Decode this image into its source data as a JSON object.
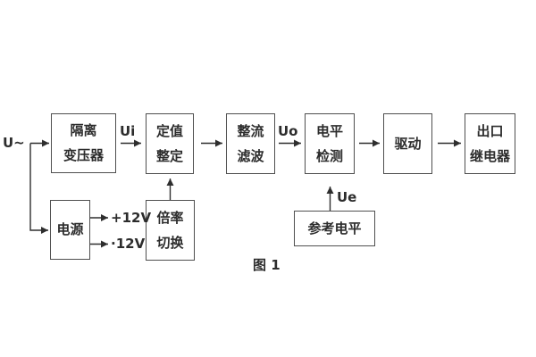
{
  "figure": {
    "caption": "图 1",
    "colors": {
      "background": "#ffffff",
      "wire": "#2e2e2e",
      "box_border": "#4f4f4f",
      "text": "#2c2c2c"
    }
  },
  "labels": {
    "input": "U~",
    "after_transformer": "Ui",
    "after_filter": "Uo",
    "reference": "Ue",
    "supply_positive": "+12V",
    "supply_negative": "·12V"
  },
  "blocks": [
    {
      "id": "isolation-transformer",
      "lines": [
        "隔离",
        "变压器"
      ]
    },
    {
      "id": "setpoint-setting",
      "lines": [
        "定值",
        "整定"
      ]
    },
    {
      "id": "rectifier-filter",
      "lines": [
        "整流",
        "滤波"
      ]
    },
    {
      "id": "level-detection",
      "lines": [
        "电平",
        "检测"
      ]
    },
    {
      "id": "driver",
      "lines": [
        "驱动"
      ]
    },
    {
      "id": "output-relay",
      "lines": [
        "出口",
        "继电器"
      ]
    },
    {
      "id": "power-supply",
      "lines": [
        "电源"
      ]
    },
    {
      "id": "ratio-switching",
      "lines": [
        "倍率",
        "切换"
      ]
    },
    {
      "id": "reference-level",
      "lines": [
        "参考电平"
      ]
    }
  ]
}
